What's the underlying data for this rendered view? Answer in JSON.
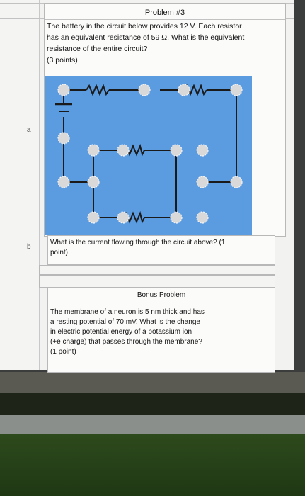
{
  "rows": {
    "a": "a",
    "b": "b"
  },
  "problem": {
    "title": "Problem #3",
    "line1": "The battery in the circuit below provides 12 V. Each resistor",
    "line2": "has an equivalent resistance of 59 Ω. What is the equivalent",
    "line3": "resistance of the entire circuit?",
    "points": "(3 points)"
  },
  "part_b": {
    "line1": "What is the current flowing through the circuit above? (1",
    "line2": "point)"
  },
  "bonus": {
    "title": "Bonus Problem",
    "line1": "The membrane of a neuron is 5 nm thick and has",
    "line2": "a resting potential of 70 mV. What is the change",
    "line3": "in electric potential energy of a potassium ion",
    "line4": "(+e charge) that passes through the membrane?",
    "line5": "(1 point)"
  },
  "colors": {
    "figure_bg": "#5b9be0",
    "wire": "#1a1a1a"
  }
}
